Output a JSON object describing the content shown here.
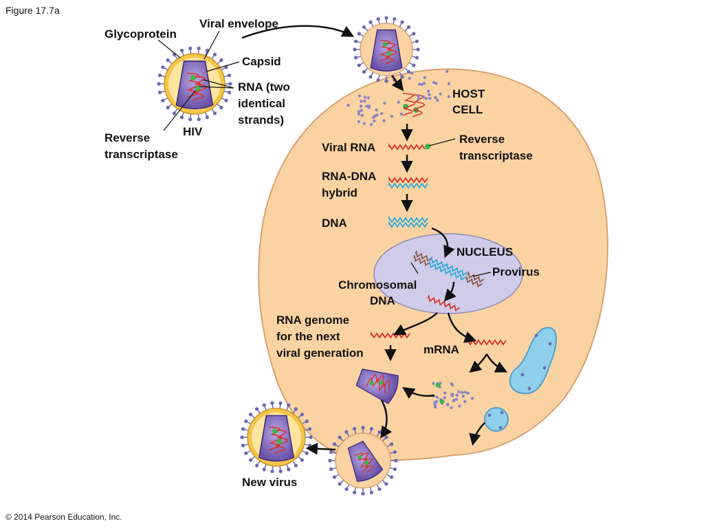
{
  "figure_label": "Figure 17.7a",
  "copyright": "© 2014 Pearson Education, Inc.",
  "labels": {
    "viral_envelope": "Viral envelope",
    "glycoprotein": "Glycoprotein",
    "capsid": "Capsid",
    "rna_line1": "RNA (two",
    "rna_line2": "identical",
    "rna_line3": "strands)",
    "hiv": "HIV",
    "rt_left_line1": "Reverse",
    "rt_left_line2": "transcriptase",
    "host_line1": "HOST",
    "host_line2": "CELL",
    "viral_rna": "Viral RNA",
    "rt_right_line1": "Reverse",
    "rt_right_line2": "transcriptase",
    "hybrid_line1": "RNA-DNA",
    "hybrid_line2": "hybrid",
    "dna": "DNA",
    "nucleus": "NUCLEUS",
    "provirus": "Provirus",
    "chrom_line1": "Chromosomal",
    "chrom_line2": "DNA",
    "genome_line1": "RNA genome",
    "genome_line2": "for the next",
    "genome_line3": "viral generation",
    "mrna": "mRNA",
    "new_virus": "New virus"
  },
  "colors": {
    "cell_fill": "#fbd3a3",
    "cell_stroke": "#d9a070",
    "envelope_fill": "#f6c44a",
    "envelope_inner": "#fde5a0",
    "capsid_fill": "#7a62b8",
    "nucleus_fill": "#cfcbe8",
    "rna": "#d8312a",
    "dna": "#2aa9d8",
    "chromosome": "#8a5a4a",
    "enzyme": "#3cb54a",
    "er_fill": "#8ed0ec",
    "spike": "#6a68b0",
    "arrow": "#111111"
  }
}
